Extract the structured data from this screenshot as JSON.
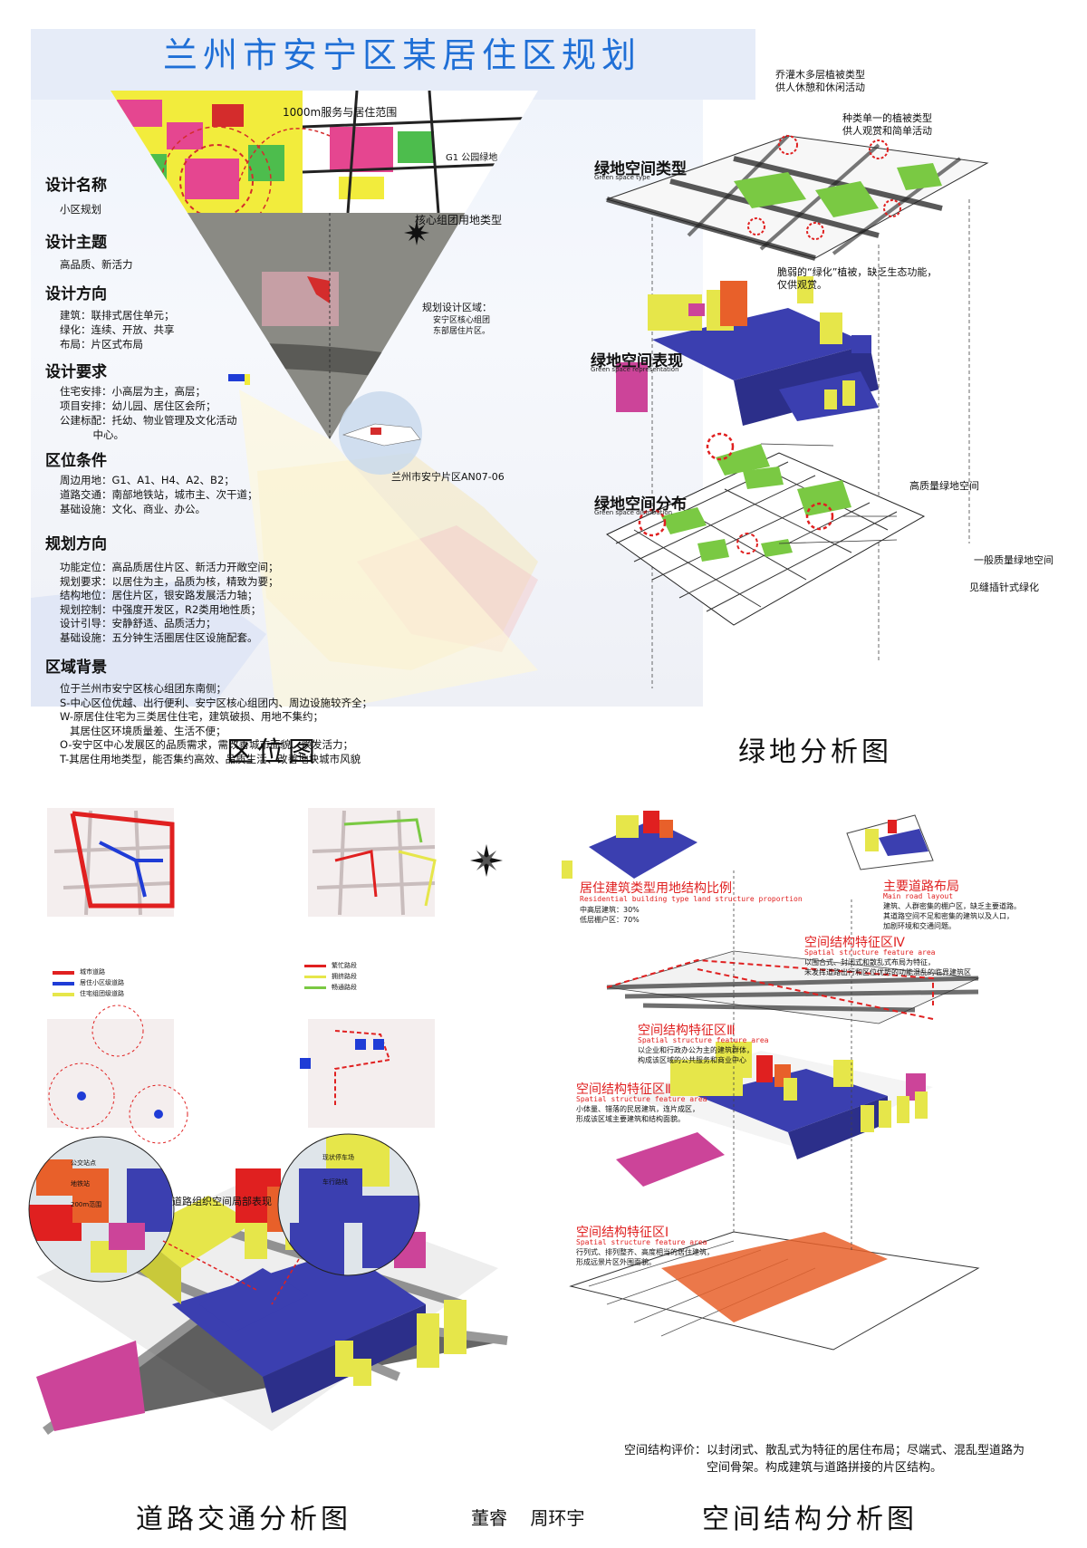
{
  "title": "兰州市安宁区某居住区规划",
  "location_panel": {
    "map_labels": {
      "service_range": "1000m服务与居住范围",
      "park": "G1 公园绿地",
      "core_land": "核心组团用地类型",
      "design_area_title": "规划设计区域：",
      "design_area_desc": "安宁区核心组团\n东部居住片区。",
      "district": "兰州市安宁片区AN07-06"
    },
    "sections": [
      {
        "heading": "设计名称",
        "text": "小区规划"
      },
      {
        "heading": "设计主题",
        "text": "高品质、新活力"
      },
      {
        "heading": "设计方向",
        "text": "建筑：联排式居住单元；\n绿化：连续、开放、共享\n布局：片区式布局"
      },
      {
        "heading": "设计要求",
        "text": "住宅安排：小高层为主，高层；\n项目安排：幼儿园、居住区会所；\n公建标配：托幼、物业管理及文化活动\n          中心。"
      },
      {
        "heading": "区位条件",
        "text": "周边用地：G1、A1、H4、A2、B2；\n道路交通：南部地铁站，城市主、次干道；\n基础设施：文化、商业、办公。"
      },
      {
        "heading": "规划方向",
        "text": "功能定位：高品质居住片区、新活力开敞空间；\n规划要求：以居住为主，品质为核，精致为要；\n结构地位：居住片区，银安路发展活力轴；\n规划控制：中强度开发区，R2类用地性质；\n设计引导：安静舒适、品质活力；\n基础设施：五分钟生活圈居住区设施配套。"
      },
      {
        "heading": "区域背景",
        "text": "位于兰州市安宁区核心组团东南侧；\nS-中心区位优越、出行便利、安宁区核心组团内、周边设施较齐全；\nW-原居住住宅为三类居住住宅，建筑破损、用地不集约；\n   其居住区环境质量差、生活不便；\nO-安宁区中心发展区的品质需求，需改善城市面貌、焕发活力；\nT-其居住用地类型，能否集约高效、品质生活、改善地块城市风貌"
      }
    ],
    "caption": "区位图"
  },
  "green_panel": {
    "notes": {
      "multi_layer": "乔灌木多层植被类型\n供人休憩和休闲活动",
      "single_type": "种类单一的植被类型\n供人观赏和简单活动",
      "fragile": "脆弱的“绿化”植被，缺乏生态功能，\n仅供观赏。",
      "high_quality": "高质量绿地空间",
      "normal_quality": "一般质量绿地空间",
      "gap_green": "见缝插针式绿化"
    },
    "layers": [
      {
        "zh": "绿地空间类型",
        "en": "Green space type"
      },
      {
        "zh": "绿地空间表现",
        "en": "Green space representation"
      },
      {
        "zh": "绿地空间分布",
        "en": "Green space distribution"
      }
    ],
    "caption": "绿地分析图"
  },
  "road_panel": {
    "legend1": [
      "城市道路",
      "居住小区级道路",
      "住宅组团级道路"
    ],
    "legend2": [
      "繁忙路段",
      "拥挤路段",
      "畅通路段"
    ],
    "legend3": [
      "公交站点",
      "地铁站",
      "200m范围"
    ],
    "legend4": [
      "现状停车场",
      "车行路线"
    ],
    "local_label": "道路组织空间局部表现",
    "caption": "道路交通分析图"
  },
  "authors": "董睿    周环宇",
  "structure_panel": {
    "ratio_title": "居住建筑类型用地结构比例",
    "ratio_en": "Residential building type land structure proportion",
    "ratio_text": "中高层建筑：30%\n低层棚户区：70%",
    "road_title": "主要道路布局",
    "road_en": "Main road layout",
    "road_text": "建筑、人群密集的棚户区，缺乏主要道路。\n其道路空间不足和密集的建筑以及人口，\n加剧环境和交通问题。",
    "zones": [
      {
        "zh": "空间结构特征区Ⅳ",
        "en": "Spatial structure feature area",
        "text": "以围合式、封闭式和散乱式布局为特征，\n未发挥道路出行和区位优势的功能混乱的临界建筑区"
      },
      {
        "zh": "空间结构特征区Ⅲ",
        "en": "Spatial structure feature area",
        "text": "以企业和行政办公为主的建筑群体，\n构成该区域的公共服务和商业中心"
      },
      {
        "zh": "空间结构特征区Ⅱ",
        "en": "Spatial structure feature area",
        "text": "小体量、错落的民居建筑，连片成区，\n形成该区域主要建筑和结构面貌。"
      },
      {
        "zh": "空间结构特征区Ⅰ",
        "en": "Spatial structure feature area",
        "text": "行列式、排列整齐、高度相当的居住建筑，\n形成远景片区外围面貌。"
      }
    ],
    "evaluation": "空间结构评价：以封闭式、散乱式为特征的居住布局；尽端式、混乱型道路为\n空间骨架。构成建筑与道路拼接的片区结构。",
    "caption": "空间结构分析图"
  },
  "colors": {
    "title_blue": "#1f6fd6",
    "residential_blue": "#3b3fb0",
    "yellow": "#e6e64a",
    "red": "#e02020",
    "green": "#7ac943",
    "magenta": "#cc4499",
    "orange": "#e8602a"
  }
}
